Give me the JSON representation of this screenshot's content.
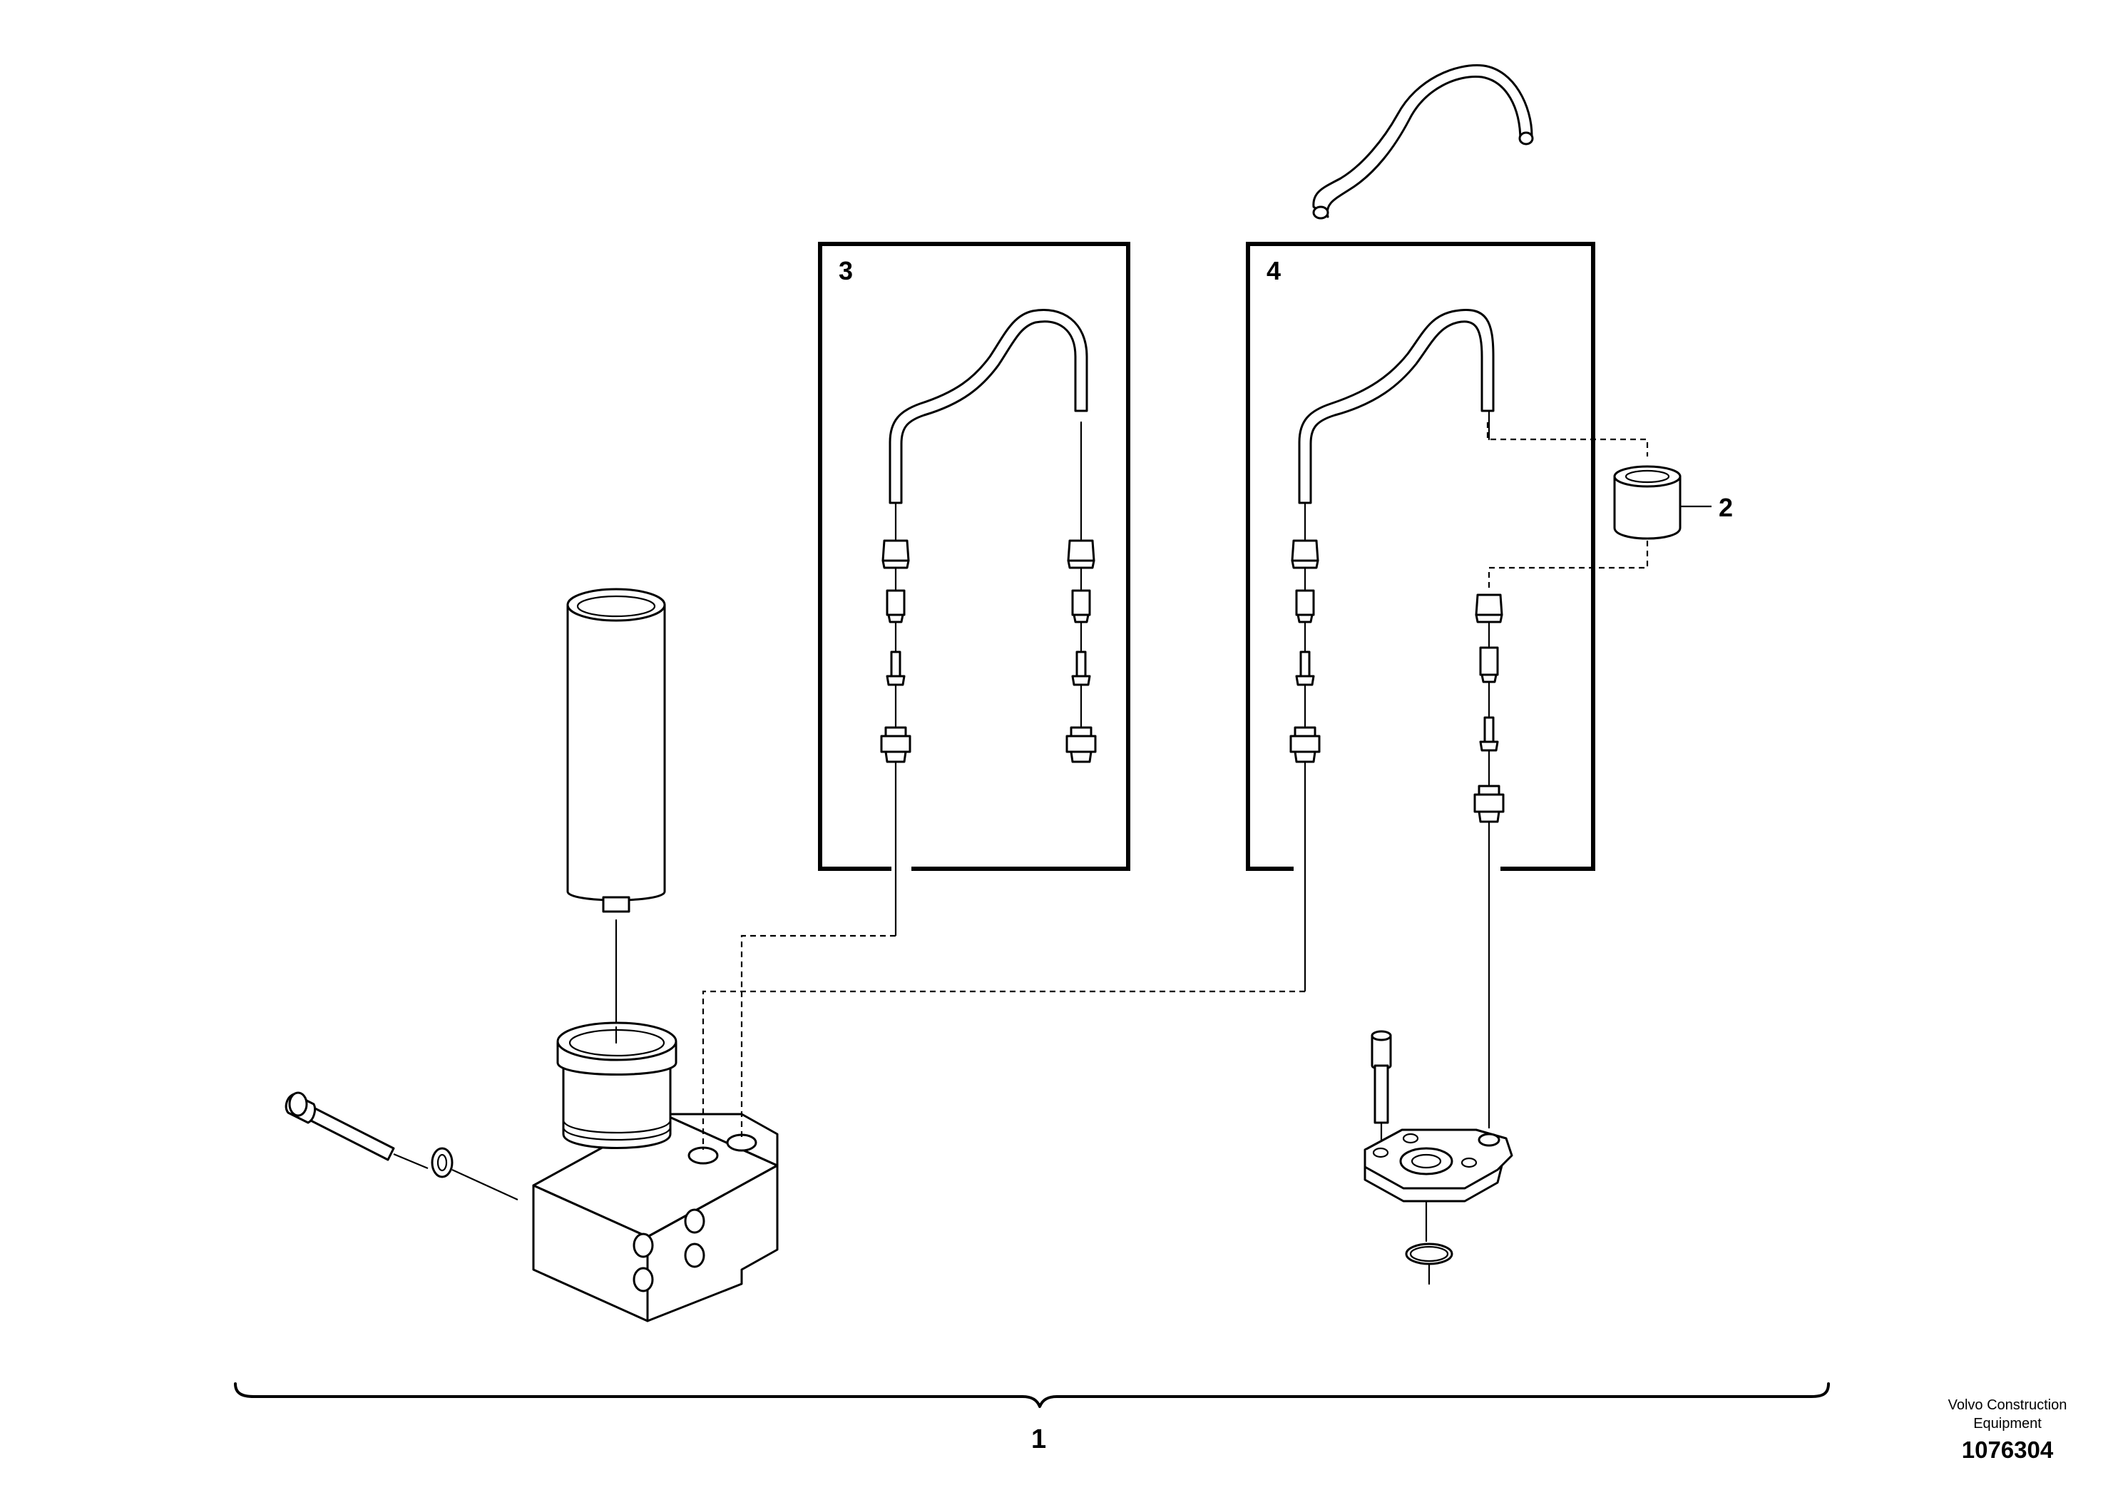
{
  "callouts": {
    "assembly": "1",
    "adapter": "2",
    "pipe_kit_a": "3",
    "pipe_kit_b": "4"
  },
  "footer": {
    "manufacturer_line1": "Volvo Construction",
    "manufacturer_line2": "Equipment",
    "drawing_number": "1076304"
  }
}
